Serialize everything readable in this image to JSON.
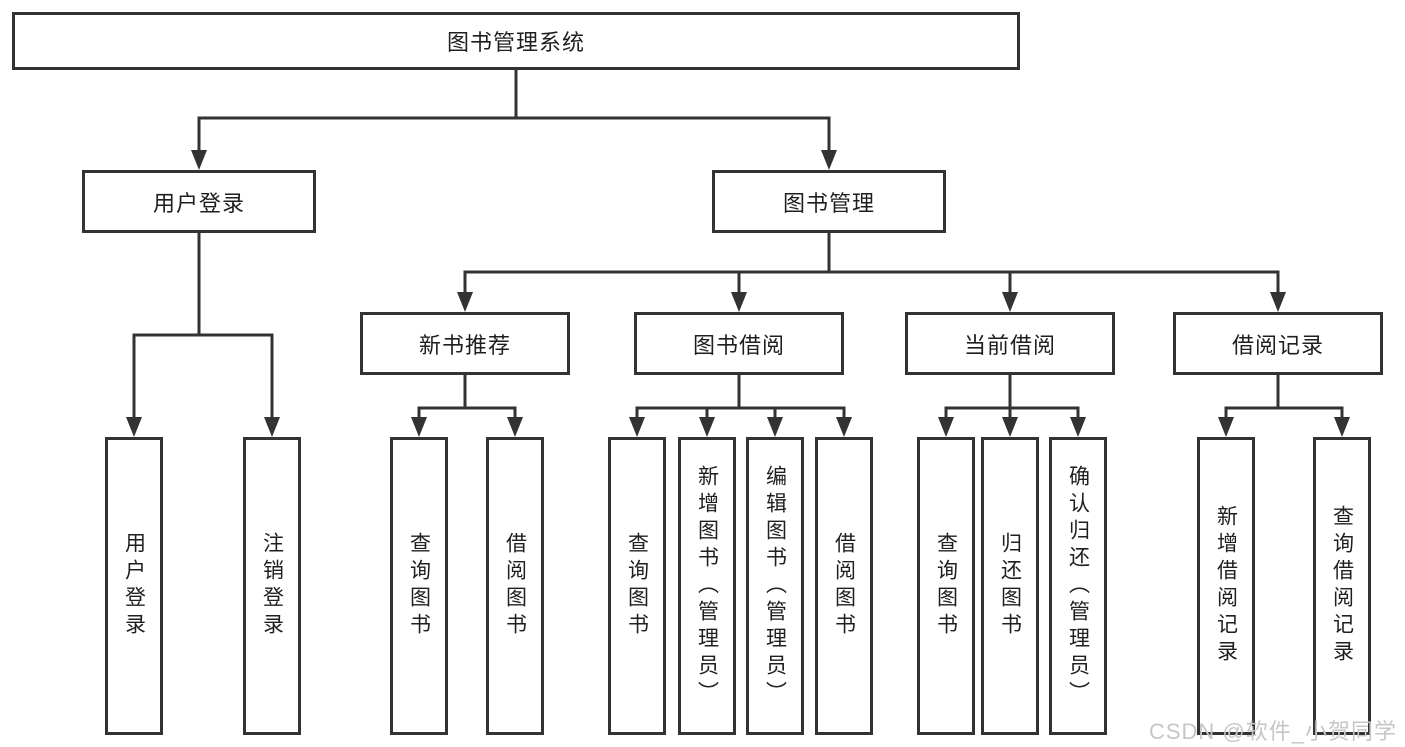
{
  "tree": {
    "root": {
      "label": "图书管理系统",
      "children": [
        {
          "label": "用户登录",
          "children": [
            {
              "label": "用户登录"
            },
            {
              "label": "注销登录"
            }
          ]
        },
        {
          "label": "图书管理",
          "children": [
            {
              "label": "新书推荐",
              "children": [
                {
                  "label": "查询图书"
                },
                {
                  "label": "借阅图书"
                }
              ]
            },
            {
              "label": "图书借阅",
              "children": [
                {
                  "label": "查询图书"
                },
                {
                  "label": "新增图书（管理员）"
                },
                {
                  "label": "编辑图书（管理员）"
                },
                {
                  "label": "借阅图书"
                }
              ]
            },
            {
              "label": "当前借阅",
              "children": [
                {
                  "label": "查询图书"
                },
                {
                  "label": "归还图书"
                },
                {
                  "label": "确认归还（管理员）"
                }
              ]
            },
            {
              "label": "借阅记录",
              "children": [
                {
                  "label": "新增借阅记录"
                },
                {
                  "label": "查询借阅记录"
                }
              ]
            }
          ]
        }
      ]
    }
  },
  "watermark": {
    "text": "CSDN @软件_小贺同学"
  },
  "colors": {
    "line": "#333333",
    "text": "#1f1f1f",
    "background": "#ffffff",
    "watermark": "#c6c6c6"
  }
}
